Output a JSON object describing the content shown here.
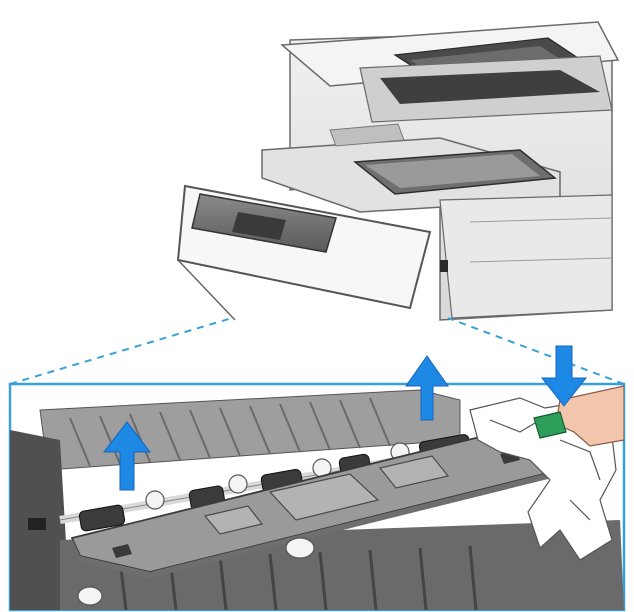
{
  "figure": {
    "subject": "printer-jam-clearance-illustration",
    "steps": [
      {
        "action": "press",
        "target": "green-release-lever",
        "arrow": "down"
      },
      {
        "action": "lift",
        "target": "jam-access-cover",
        "arrow": "up"
      },
      {
        "action": "lift",
        "target": "jam-access-cover",
        "arrow": "up"
      }
    ],
    "colors": {
      "arrow": "#1e88e5",
      "lever": "#2e9e5b",
      "callout_line": "#3aa0d8",
      "printer_body": "#e6e6e6",
      "printer_dark": "#7a7a7a",
      "rollers": "#3b3b3b",
      "paper": "#ffffff",
      "hand": "#f2c6ad"
    },
    "icons": [
      "down-arrow-icon",
      "up-arrow-icon",
      "hand-icon",
      "crumpled-paper-icon"
    ]
  }
}
